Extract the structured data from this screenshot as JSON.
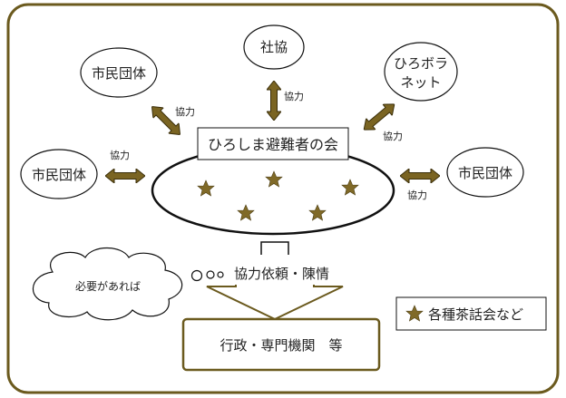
{
  "diagram": {
    "nodes": {
      "shakyo": "社協",
      "hirobora_line1": "ひろボラ",
      "hirobora_line2": "ネット",
      "shimin_top_left": "市民団体",
      "shimin_left": "市民団体",
      "shimin_right": "市民団体"
    },
    "edge_labels": {
      "top": "協力",
      "top_left": "協力",
      "top_right": "協力",
      "left": "協力",
      "right": "協力"
    },
    "center_title": "ひろしま避難者の会",
    "thought_bubble": "必要があれば",
    "request_label": "協力依頼・陳情",
    "target": "行政・専門機関　等",
    "legend": "各種茶話会など"
  },
  "colors": {
    "accent": "#806a28",
    "frame": "#6b5a1e",
    "arrow_fill": "#7a6422",
    "line": "#111111"
  }
}
